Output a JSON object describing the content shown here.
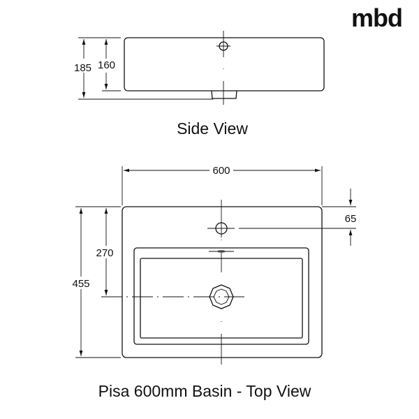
{
  "logo": "mbd",
  "side_view": {
    "caption": "Side View",
    "dimensions": {
      "overall_height": "185",
      "body_height": "160"
    }
  },
  "top_view": {
    "caption": "Pisa 600mm Basin - Top View",
    "dimensions": {
      "width": "600",
      "depth": "455",
      "drain_offset": "270",
      "tap_hole_offset": "65"
    }
  }
}
